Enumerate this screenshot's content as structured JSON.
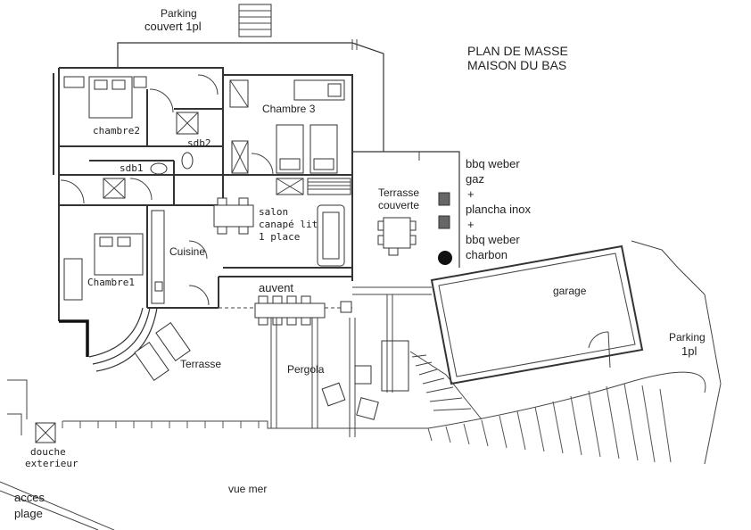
{
  "title": {
    "line1": "PLAN DE MASSE",
    "line2": "MAISON DU BAS"
  },
  "labels": {
    "parking_covered_1": "Parking",
    "parking_covered_2": "couvert 1pl",
    "chambre2": "chambre2",
    "chambre3": "Chambre 3",
    "sdb2": "sdb2",
    "sdb1": "sdb1",
    "salon_1": "salon",
    "salon_2": "canapé lit",
    "salon_3": "1 place",
    "cuisine": "Cuisine",
    "chambre1": "Chambre1",
    "auvent": "auvent",
    "terrasse_couverte_1": "Terrasse",
    "terrasse_couverte_2": "couverte",
    "garage": "garage",
    "parking_1": "Parking",
    "parking_2": "1pl",
    "terrasse": "Terrasse",
    "pergola": "Pergola",
    "douche_1": "douche",
    "douche_2": "exterieur",
    "vue_mer": "vue mer",
    "acces_1": "acces",
    "acces_2": "plage"
  },
  "bbq_notes": [
    "bbq weber",
    "gaz",
    "+",
    "plancha inox",
    "+",
    "bbq weber",
    "charbon"
  ],
  "colors": {
    "ink": "#333333",
    "background": "#ffffff"
  }
}
